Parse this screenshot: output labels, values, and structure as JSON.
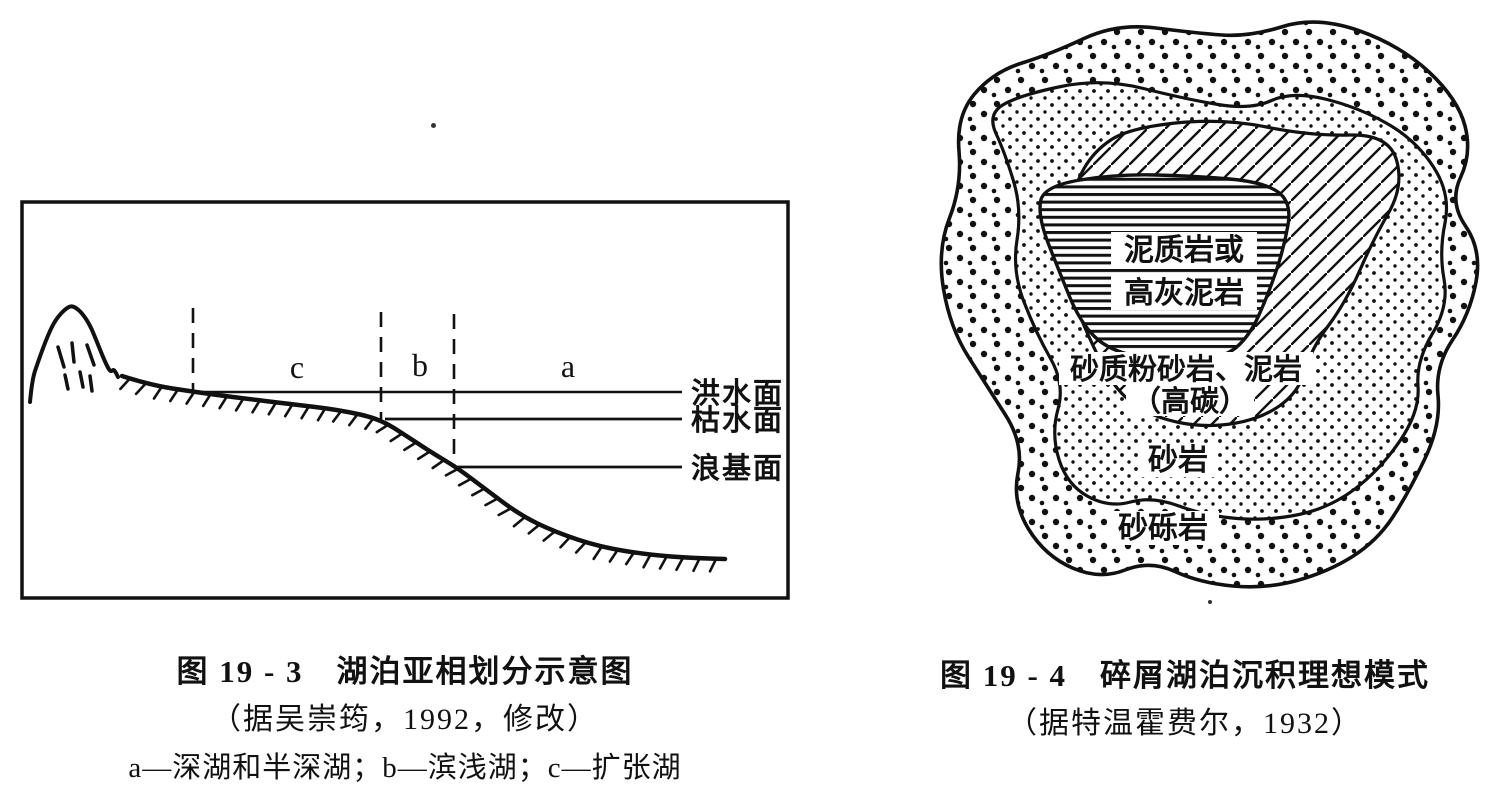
{
  "figure_left": {
    "caption_title": "图 19 - 3　湖泊亚相划分示意图",
    "caption_source": "（据吴崇筠，1992，修改）",
    "caption_legend": "a—深湖和半深湖；b—滨浅湖；c—扩张湖",
    "zone_labels": {
      "a": "a",
      "b": "b",
      "c": "c"
    },
    "line_labels": {
      "flood": "洪水面",
      "low_water": "枯水面",
      "wave_base": "浪基面"
    }
  },
  "figure_right": {
    "caption_title": "图 19 - 4　碎屑湖泊沉积理想模式",
    "caption_source": "（据特温霍费尔，1932）",
    "zone_labels": {
      "core_line1": "泥质岩或",
      "core_line2": "高灰泥岩",
      "ring2_line1": "砂质粉砂岩、泥岩",
      "ring2_line2": "（高碳）",
      "ring3": "砂岩",
      "ring4": "砂砾岩"
    }
  },
  "colors": {
    "ink": "#111111",
    "paper": "#ffffff"
  }
}
